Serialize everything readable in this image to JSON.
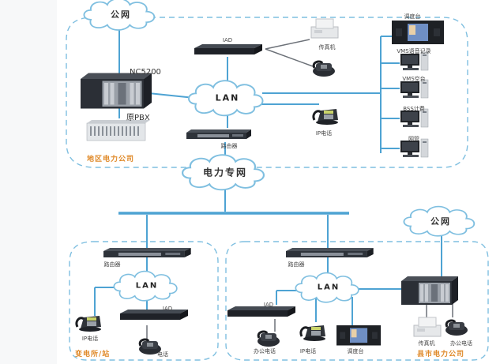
{
  "colors": {
    "link": "#4ea3d3",
    "boundary": "#7fbfe0",
    "cloud_stroke": "#7fbfe0",
    "org_label": "#e08a2a",
    "device_dark": "#2b2f36",
    "device_light": "#d9dde2"
  },
  "clouds": {
    "public_net_top": "公网",
    "lan_top": "LAN",
    "power_private_net": "电力专网",
    "lan_bottom_left": "LAN",
    "lan_bottom_mid": "LAN",
    "public_net_bottom": "公网"
  },
  "regions": {
    "top": {
      "name": "地区电力公司",
      "devices": {
        "nc5200": "NC5200",
        "pbx": "原PBX",
        "iad": "IAD",
        "fax": "传真机",
        "router": "路由器",
        "ip_phone": "IP电话",
        "dispatch_console": "调度台",
        "vms_recorder": "VMS语音记录",
        "vms_console": "VMS空台",
        "bss_billing": "BSS计费",
        "network_mgmt": "网管"
      }
    },
    "bottom_left": {
      "name": "变电所/站",
      "devices": {
        "router": "路由器",
        "iad": "IAD",
        "ip_phone": "IP电话",
        "phone": "电话"
      }
    },
    "bottom_right": {
      "name": "县市电力公司",
      "devices": {
        "router": "路由器",
        "iad": "IAD",
        "office_phone_1": "办公电话",
        "ip_phone": "IP电话",
        "dispatch_console": "调度台",
        "fax": "传真机",
        "office_phone_2": "办公电话"
      }
    }
  }
}
